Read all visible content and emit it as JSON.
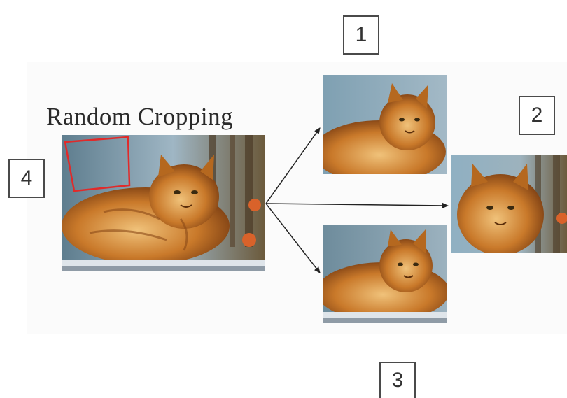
{
  "diagram": {
    "title": "Random Cropping",
    "labels": {
      "one": "1",
      "two": "2",
      "three": "3",
      "four": "4"
    }
  },
  "colors": {
    "arrow": "#222222",
    "crop_box": "#e02a2a",
    "fur": "#c9792a",
    "fur_dark": "#7a3d12",
    "fur_light": "#f0c27a",
    "sky": "#a8bfd0",
    "snow": "#dfe5ea"
  }
}
